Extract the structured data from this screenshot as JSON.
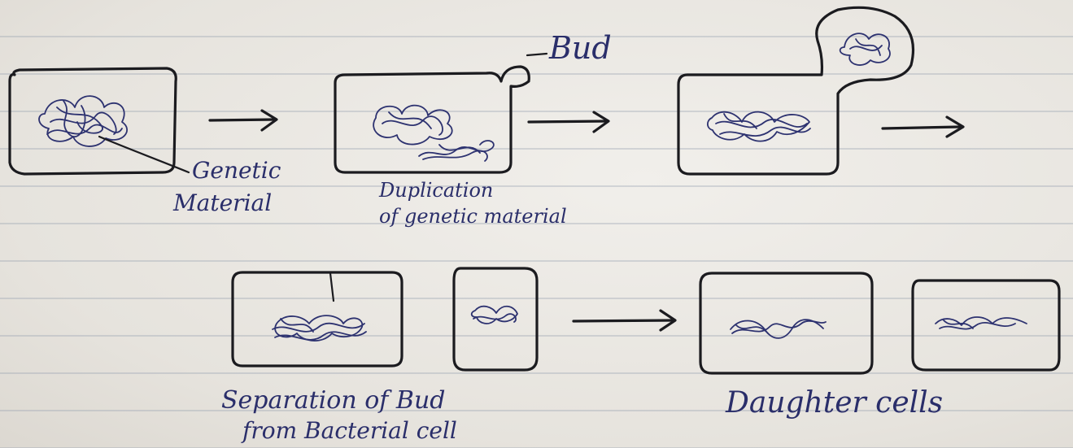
{
  "labels": {
    "bud": "Bud",
    "genetic_line1": "Genetic",
    "genetic_line2": "Material",
    "duplication_line1": "Duplication",
    "duplication_line2": "of genetic material",
    "separation_line1": "Separation of Bud",
    "separation_line2": "from Bacterial cell",
    "daughter": "Daughter cells"
  },
  "colors": {
    "ink_black": "#1b1b1f",
    "ink_blue": "#2d3270",
    "paper": "#ece9e4"
  }
}
